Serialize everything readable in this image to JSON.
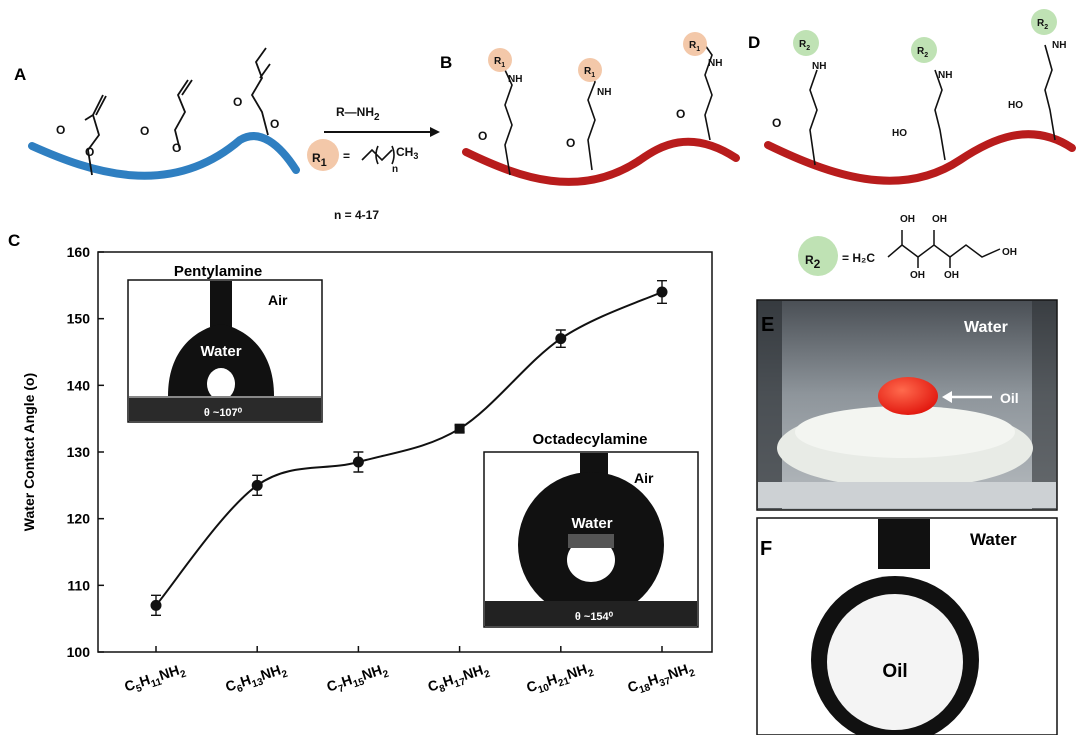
{
  "panels": {
    "a": "A",
    "b": "B",
    "c": "C",
    "d": "D",
    "e": "E",
    "f": "F"
  },
  "scheme": {
    "reagent": "R—NH",
    "reagent_sub": "2",
    "r1_letter": "R",
    "r1_sub": "1",
    "r1_equals": "=",
    "ch3": "CH",
    "ch3_sub": "3",
    "n_sub": "n",
    "n_range": "n = 4-17",
    "r2_letter": "R",
    "r2_sub": "2",
    "r2_formula": "= H₂C",
    "oh": "OH",
    "nh": "NH",
    "ho": "HO",
    "o": "O"
  },
  "colors": {
    "substrate_blue": "#2f7fc1",
    "grafted_red": "#b81c1c",
    "r1_circle": "#f3c8a9",
    "r2_circle": "#bfe2b4",
    "oil_drop": "#ee2a1e"
  },
  "chart_data": {
    "type": "line",
    "categories": [
      {
        "main": "C",
        "s1": "5",
        "mid": "H",
        "s2": "11",
        "end": "NH",
        "s3": "2"
      },
      {
        "main": "C",
        "s1": "6",
        "mid": "H",
        "s2": "13",
        "end": "NH",
        "s3": "2"
      },
      {
        "main": "C",
        "s1": "7",
        "mid": "H",
        "s2": "15",
        "end": "NH",
        "s3": "2"
      },
      {
        "main": "C",
        "s1": "8",
        "mid": "H",
        "s2": "17",
        "end": "NH",
        "s3": "2"
      },
      {
        "main": "C",
        "s1": "10",
        "mid": "H",
        "s2": "21",
        "end": "NH",
        "s3": "2"
      },
      {
        "main": "C",
        "s1": "18",
        "mid": "H",
        "s2": "37",
        "end": "NH",
        "s3": "2"
      }
    ],
    "values": [
      107,
      125,
      128.5,
      133.5,
      147,
      154
    ],
    "errors": [
      1.5,
      1.5,
      1.5,
      0.5,
      1.3,
      1.7
    ],
    "ylabel": "Water Contact Angle (o)",
    "ylim": [
      100,
      160
    ],
    "yticks": [
      100,
      110,
      120,
      130,
      140,
      150,
      160
    ],
    "grid": false
  },
  "insets": {
    "pentylamine": {
      "title": "Pentylamine",
      "air": "Air",
      "water": "Water",
      "angle": "θ ~107⁰"
    },
    "octadecylamine": {
      "title": "Octadecylamine",
      "air": "Air",
      "water": "Water",
      "angle": "θ ~154⁰"
    }
  },
  "photo_e": {
    "water": "Water",
    "oil": "Oil"
  },
  "photo_f": {
    "water": "Water",
    "oil": "Oil"
  }
}
